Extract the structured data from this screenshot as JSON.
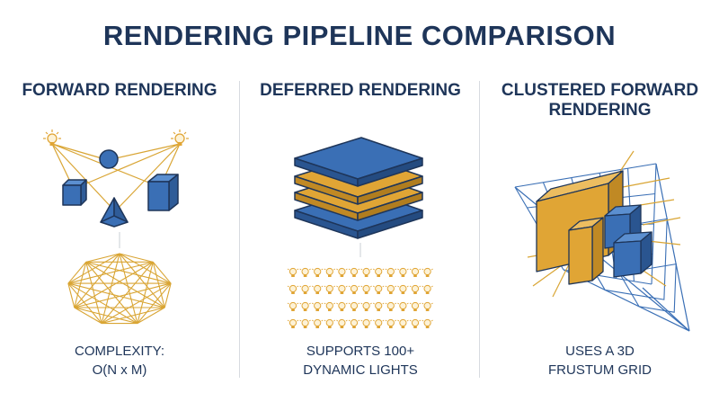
{
  "title": "RENDERING PIPELINE COMPARISON",
  "columns": [
    {
      "heading_lines": [
        "FORWARD RENDERING"
      ],
      "footer_lines": [
        "COMPLEXITY:",
        "O(N x M)"
      ]
    },
    {
      "heading_lines": [
        "DEFERRED RENDERING"
      ],
      "footer_lines": [
        "SUPPORTS 100+",
        "DYNAMIC LIGHTS"
      ]
    },
    {
      "heading_lines": [
        "CLUSTERED FORWARD",
        "RENDERING"
      ],
      "footer_lines": [
        "USES A 3D",
        "FRUSTUM GRID"
      ]
    }
  ],
  "colors": {
    "navy": "#1e3559",
    "blue": "#3a6fb5",
    "gold": "#e0a535",
    "gold_line": "#d9a534",
    "divider": "#d7dbe0"
  }
}
